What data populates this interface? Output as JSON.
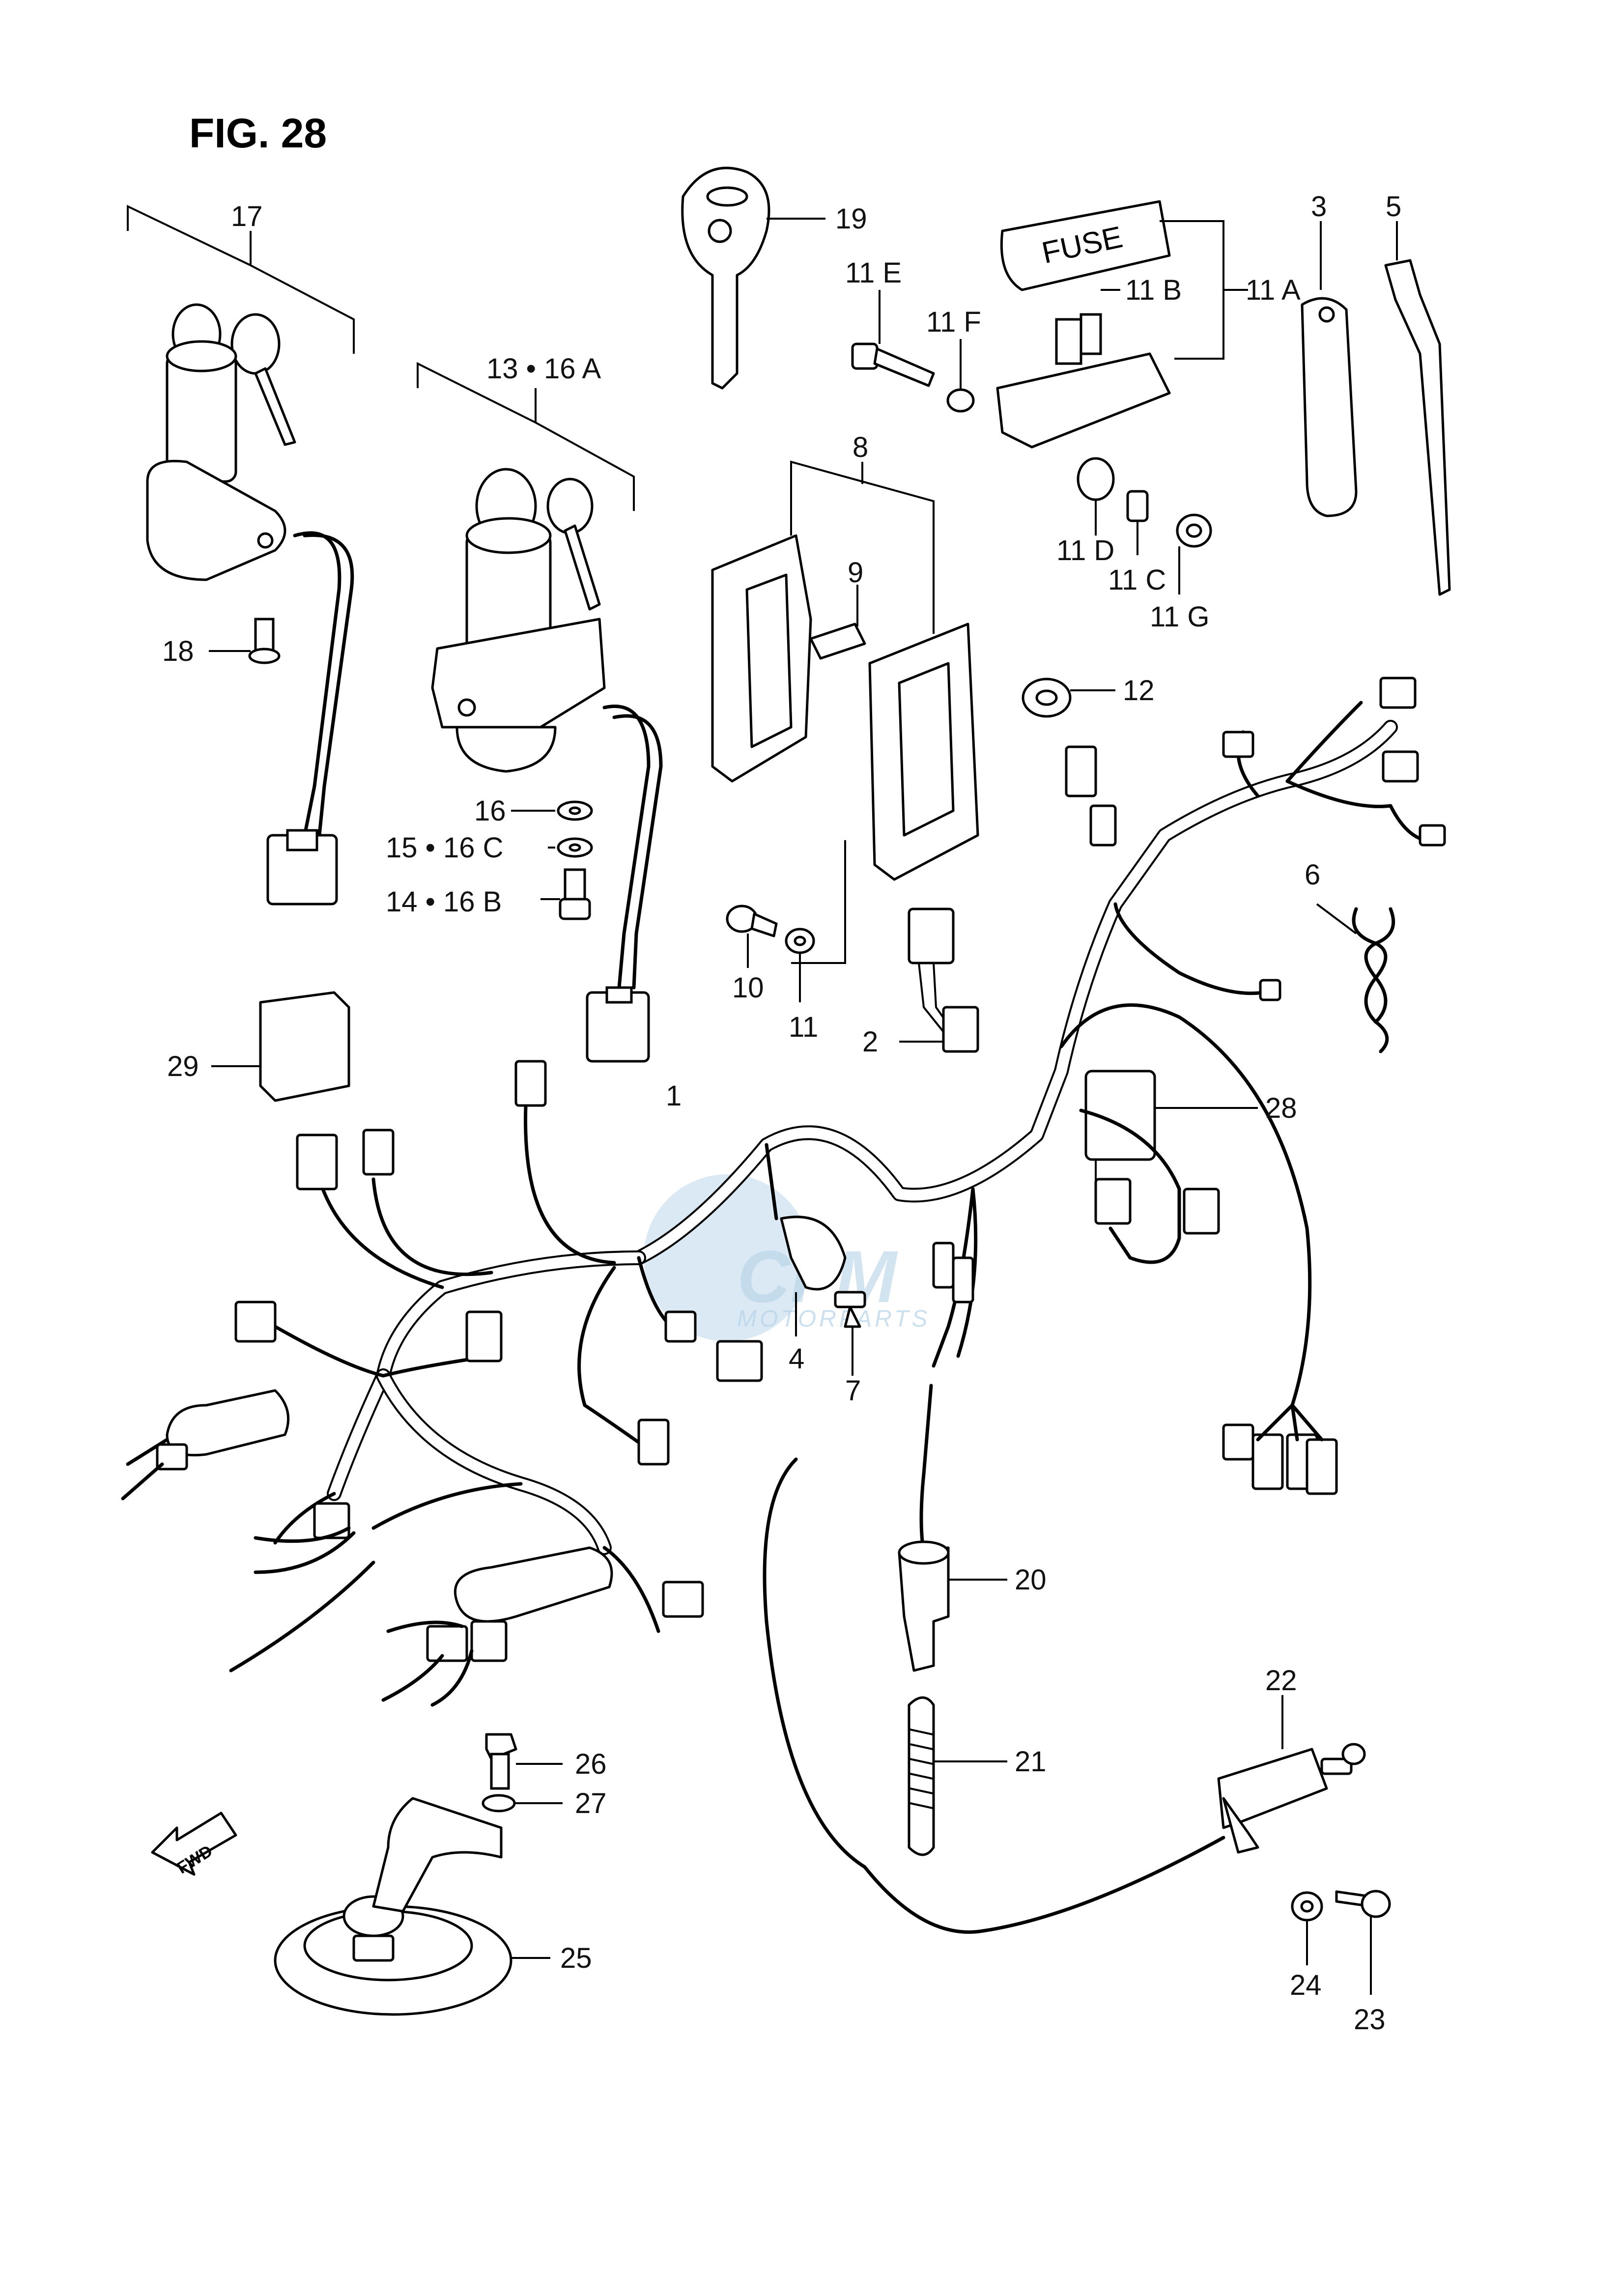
{
  "figure": {
    "title": "FIG. 28"
  },
  "labels": {
    "p1": "1",
    "p2": "2",
    "p3": "3",
    "p4": "4",
    "p5": "5",
    "p6": "6",
    "p7": "7",
    "p8": "8",
    "p9": "9",
    "p10": "10",
    "p11": "11",
    "p11a": "11 A",
    "p11b": "11 B",
    "p11c": "11 C",
    "p11d": "11 D",
    "p11e": "11 E",
    "p11f": "11 F",
    "p11g": "11 G",
    "p12": "12",
    "p13_16a": "13 • 16 A",
    "p14_16b": "14 • 16 B",
    "p15_16c": "15 • 16 C",
    "p16": "16",
    "p17": "17",
    "p18": "18",
    "p19": "19",
    "p20": "20",
    "p21": "21",
    "p22": "22",
    "p23": "23",
    "p24": "24",
    "p25": "25",
    "p26": "26",
    "p27": "27",
    "p28": "28",
    "p29": "29"
  },
  "imprints": {
    "fuse_cover": "FUSE",
    "fwd_arrow": "FWD"
  },
  "watermark": {
    "brand": "CFM",
    "sub": "MOTORPARTS",
    "color": "#b6d3e8"
  }
}
